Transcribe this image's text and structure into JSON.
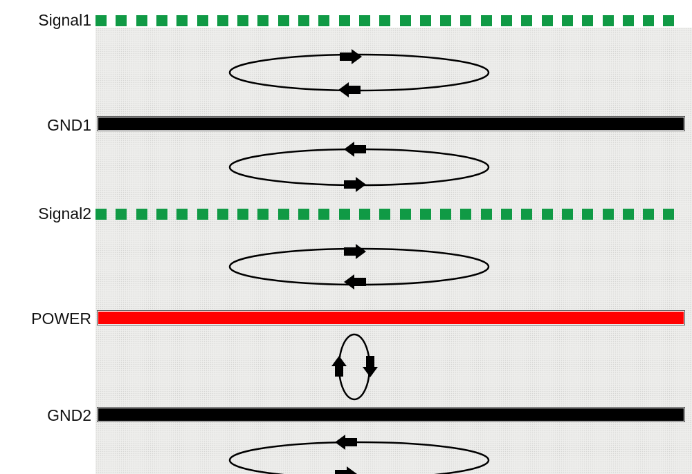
{
  "colors": {
    "signal": "#109a45",
    "ground": "#000000",
    "power": "#ff0000",
    "dielectric": "#eeeeec",
    "loop": "#000000"
  },
  "stackup": {
    "signal1": {
      "label": "Signal1",
      "style": "dashed-trace"
    },
    "gnd1": {
      "label": "GND1",
      "style": "solid-plane"
    },
    "signal2": {
      "label": "Signal2",
      "style": "dashed-trace"
    },
    "power": {
      "label": "POWER",
      "style": "solid-plane"
    },
    "gnd2": {
      "label": "GND2",
      "style": "solid-plane"
    }
  },
  "current_loops": [
    {
      "between": [
        "Signal1",
        "GND1"
      ],
      "shape": "horizontal-ellipse",
      "top_arrow": "right",
      "bottom_arrow": "left"
    },
    {
      "between": [
        "GND1",
        "Signal2"
      ],
      "shape": "horizontal-ellipse",
      "top_arrow": "left",
      "bottom_arrow": "right"
    },
    {
      "between": [
        "Signal2",
        "POWER"
      ],
      "shape": "horizontal-ellipse",
      "top_arrow": "right",
      "bottom_arrow": "left"
    },
    {
      "between": [
        "POWER",
        "GND2"
      ],
      "shape": "vertical-ellipse",
      "left_arrow": "up",
      "right_arrow": "down"
    },
    {
      "between": [
        "GND2",
        "below"
      ],
      "shape": "horizontal-ellipse",
      "top_arrow": "left",
      "bottom_arrow": "right"
    }
  ]
}
